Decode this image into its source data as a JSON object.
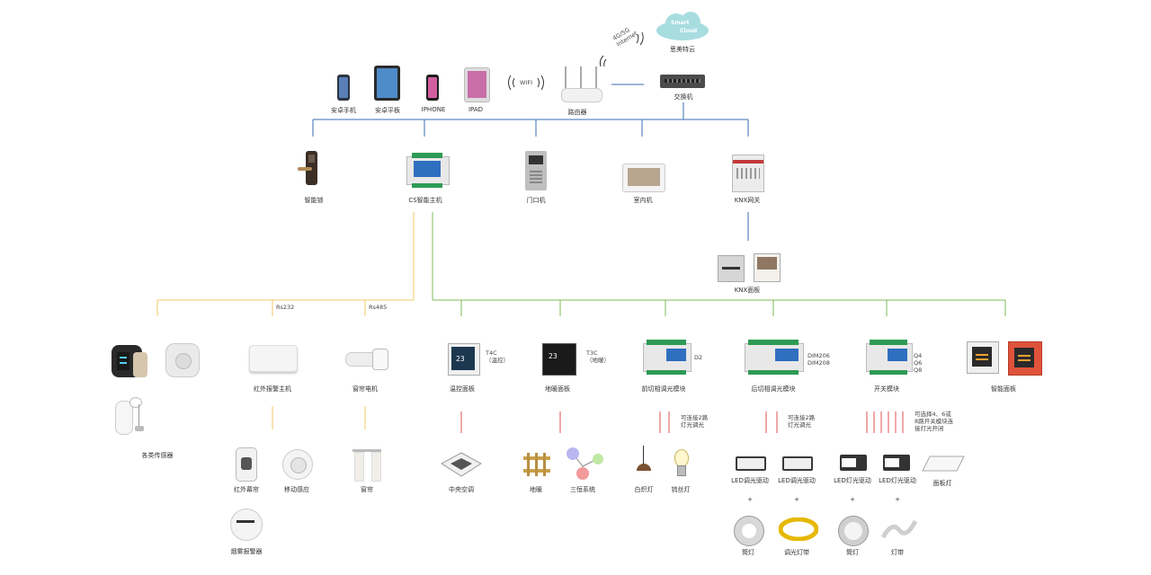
{
  "cloud": {
    "line1": "Smart",
    "line2": "Cloud",
    "label": "思美特云"
  },
  "net": {
    "wifi": "WIFI",
    "internet_line1": "4G/5G",
    "internet_line2": "Internet",
    "router": "路由器",
    "switch": "交换机"
  },
  "mobile": [
    "安卓手机",
    "安卓平板",
    "IPHONE",
    "IPAD"
  ],
  "row2": [
    "智能锁",
    "CS智能主机",
    "门口机",
    "室内机",
    "KNX网关"
  ],
  "knx_panel": "KNX面板",
  "bus": {
    "rs232": "Rs232",
    "rs485": "Rs485"
  },
  "row3": [
    "各类传感器",
    "红外报警主机",
    "窗帘电机",
    "温控面板",
    "地暖面板",
    "前切相调光模块",
    "后切相调光模块",
    "开关模块",
    "智能面板"
  ],
  "row3_notes": {
    "t4c_1": "T4C",
    "t4c_2": "（温控）",
    "t3c_1": "T3C",
    "t3c_2": "（地暖）",
    "d2": "D2",
    "dim_1": "DIM206",
    "dim_2": "DIM208",
    "q_1": "Q4",
    "q_2": "Q6",
    "q_3": "Q8"
  },
  "wire_notes": {
    "front": [
      "可连接2路",
      "灯光调光"
    ],
    "rear": [
      "可连接2路",
      "灯光调光"
    ],
    "switch": [
      "可选择4、6或",
      "8路开关模块连",
      "接灯光开闭"
    ]
  },
  "row4": [
    "红外幕帘",
    "移动感应",
    "窗帘",
    "中央空调",
    "地暖",
    "三恒系统",
    "白炽灯",
    "钨丝灯",
    "LED调光驱动",
    "LED调光驱动",
    "LED灯光驱动",
    "LED灯光驱动",
    "面板灯"
  ],
  "row5": [
    "烟雾报警器",
    "筒灯",
    "调光灯带",
    "筒灯",
    "灯带"
  ],
  "plus": "+",
  "colors": {
    "blue": "#3a6db0",
    "yellow": "#f0c96a",
    "green": "#7dbb57",
    "red": "#e05050",
    "cloud": "#a8dde0"
  }
}
